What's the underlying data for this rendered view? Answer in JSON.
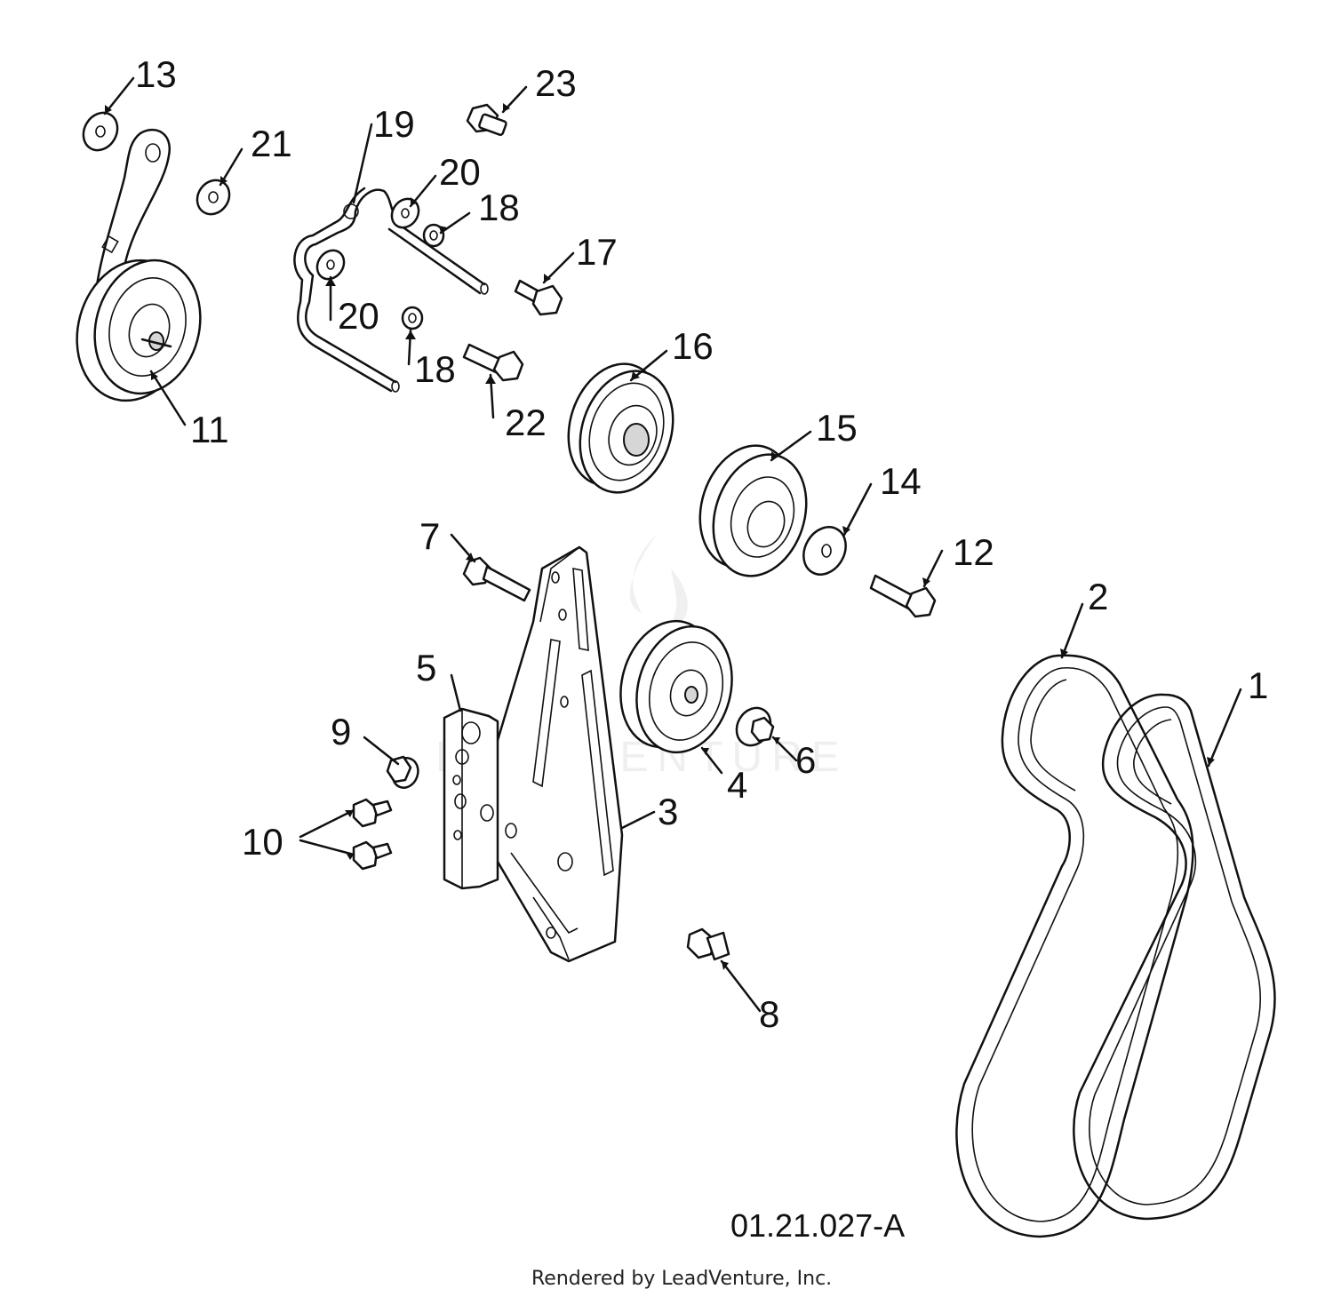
{
  "callouts": [
    {
      "id": "1",
      "text": "1"
    },
    {
      "id": "2",
      "text": "2"
    },
    {
      "id": "3",
      "text": "3"
    },
    {
      "id": "4",
      "text": "4"
    },
    {
      "id": "5",
      "text": "5"
    },
    {
      "id": "6",
      "text": "6"
    },
    {
      "id": "7",
      "text": "7"
    },
    {
      "id": "8",
      "text": "8"
    },
    {
      "id": "9",
      "text": "9"
    },
    {
      "id": "10",
      "text": "10"
    },
    {
      "id": "11",
      "text": "11"
    },
    {
      "id": "12",
      "text": "12"
    },
    {
      "id": "13",
      "text": "13"
    },
    {
      "id": "14",
      "text": "14"
    },
    {
      "id": "15",
      "text": "15"
    },
    {
      "id": "16",
      "text": "16"
    },
    {
      "id": "17",
      "text": "17"
    },
    {
      "id": "18a",
      "text": "18"
    },
    {
      "id": "18b",
      "text": "18"
    },
    {
      "id": "19",
      "text": "19"
    },
    {
      "id": "20a",
      "text": "20"
    },
    {
      "id": "20b",
      "text": "20"
    },
    {
      "id": "21",
      "text": "21"
    },
    {
      "id": "22",
      "text": "22"
    },
    {
      "id": "23",
      "text": "23"
    }
  ],
  "figure_code": "01.21.027-A",
  "credit": "Rendered by LeadVenture, Inc.",
  "watermark": "LEADVENTURE"
}
